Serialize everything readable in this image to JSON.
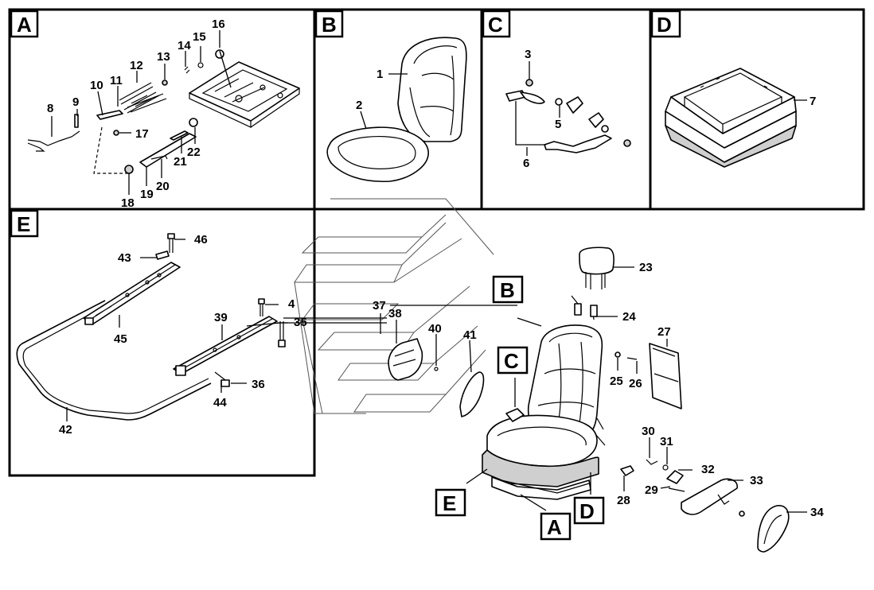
{
  "sections": {
    "A": "A",
    "B": "B",
    "C": "C",
    "D": "D",
    "E": "E"
  },
  "callouts": {
    "A": "A",
    "B": "B",
    "C": "C",
    "D": "D",
    "E": "E"
  },
  "parts": {
    "p1": "1",
    "p2": "2",
    "p3": "3",
    "p4": "4",
    "p5": "5",
    "p6": "6",
    "p7": "7",
    "p8": "8",
    "p9": "9",
    "p10": "10",
    "p11": "11",
    "p12": "12",
    "p13": "13",
    "p14": "14",
    "p15": "15",
    "p16": "16",
    "p17": "17",
    "p18": "18",
    "p19": "19",
    "p20": "20",
    "p21": "21",
    "p22": "22",
    "p23": "23",
    "p24": "24",
    "p25": "25",
    "p26": "26",
    "p27": "27",
    "p28": "28",
    "p29": "29",
    "p30": "30",
    "p31": "31",
    "p32": "32",
    "p33": "33",
    "p34": "34",
    "p35": "35",
    "p36": "36",
    "p37": "37",
    "p38": "38",
    "p39": "39",
    "p40": "40",
    "p41": "41",
    "p42": "42",
    "p43": "43",
    "p44": "44",
    "p45": "45",
    "p46": "46"
  }
}
